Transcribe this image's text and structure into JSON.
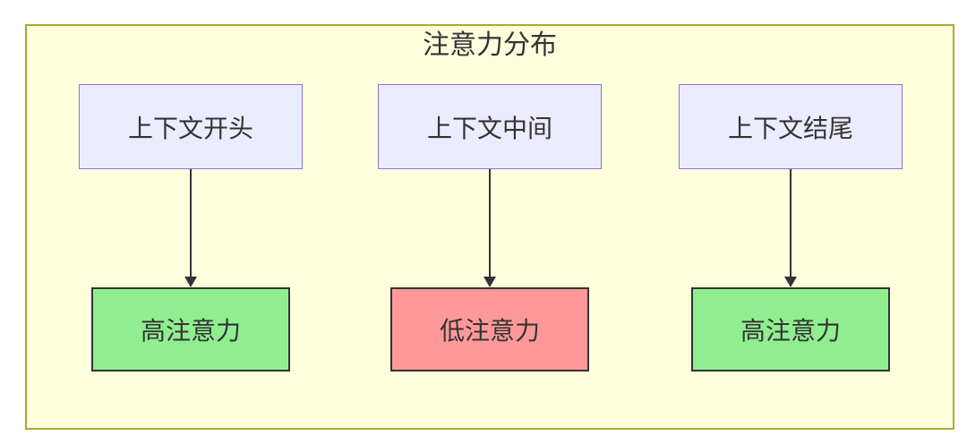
{
  "diagram": {
    "title": "注意力分布",
    "columns": [
      {
        "source": {
          "label": "上下文开头"
        },
        "target": {
          "label": "高注意力",
          "level": "high"
        }
      },
      {
        "source": {
          "label": "上下文中间"
        },
        "target": {
          "label": "低注意力",
          "level": "low"
        }
      },
      {
        "source": {
          "label": "上下文结尾"
        },
        "target": {
          "label": "高注意力",
          "level": "high"
        }
      }
    ],
    "colors": {
      "container_fill": "#FFFFDE",
      "container_border": "#AAAA33",
      "context_node_fill": "#ECECFF",
      "context_node_border": "#9370DB",
      "high_attention_fill": "#90EE90",
      "low_attention_fill": "#FF9999",
      "attention_node_border": "#333333",
      "arrow": "#333333",
      "text": "#333333"
    }
  }
}
